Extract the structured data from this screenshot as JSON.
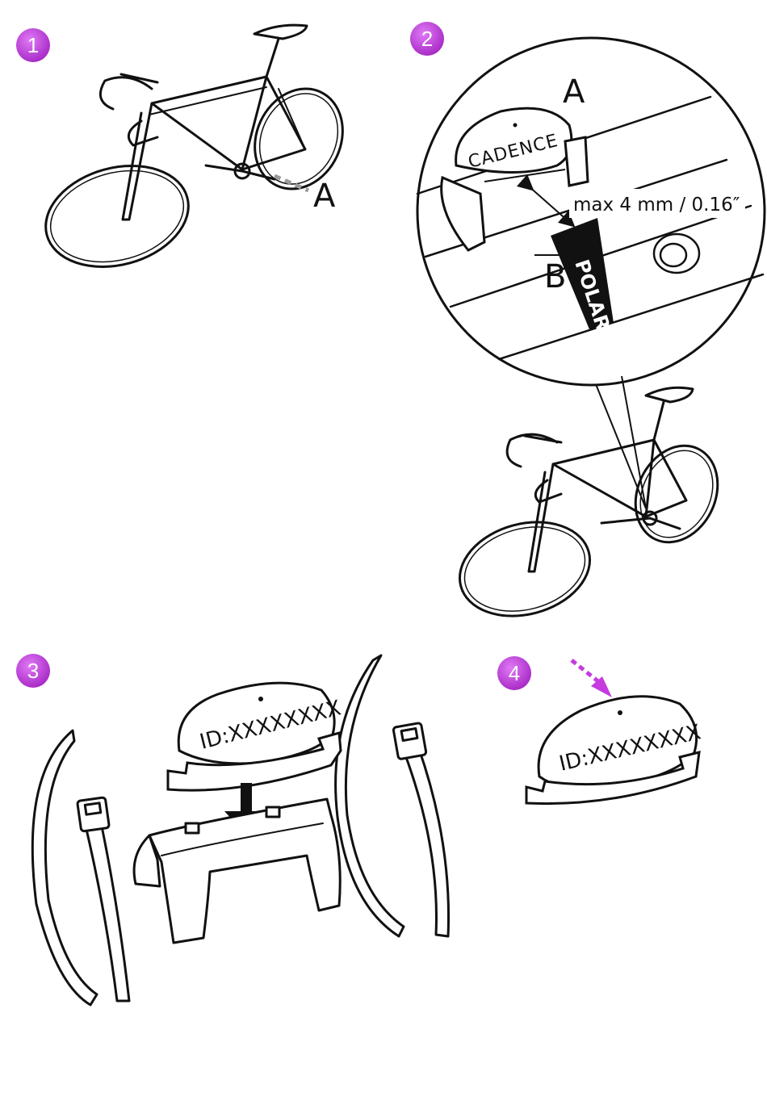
{
  "colors": {
    "badge": "#c53be0",
    "badge_dark": "#9a20b8",
    "arrow_magenta": "#c53be0",
    "line": "#111111",
    "guide_gray": "#9a9a9a"
  },
  "steps": [
    {
      "number": "1",
      "label_a": "A"
    },
    {
      "number": "2",
      "label_a": "A",
      "label_b": "B",
      "gap_note": "max 4 mm / 0.16″",
      "sensor_text": "CADENCE",
      "strap_text": "POLAR"
    },
    {
      "number": "3",
      "id_text": "ID:XXXXXXXX"
    },
    {
      "number": "4",
      "id_text": "ID:XXXXXXXX"
    }
  ],
  "icons": {
    "bike": "bicycle-icon",
    "sensor": "cadence-sensor-icon",
    "strap": "zip-tie-icon",
    "arrow": "arrow-down-icon"
  }
}
